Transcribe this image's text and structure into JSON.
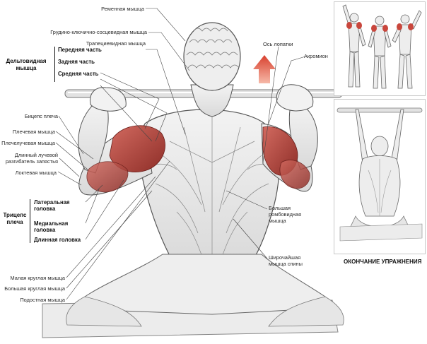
{
  "labels_left": {
    "deltoid_group": "Дельтовидная мышца",
    "deltoid_front": "Передняя часть",
    "deltoid_rear": "Задняя часть",
    "deltoid_mid": "Средняя часть",
    "biceps": "Бицепс плеча",
    "brachialis": "Плечевая мышца",
    "brachioradialis": "Плечелучевая мышца",
    "ecr_line1": "Длинный лучевой",
    "ecr_line2": "разгибатель запястья",
    "anconeus": "Локтевая мышца",
    "triceps_group": "Трицепс плеча",
    "tri_lateral": "Латеральная головка",
    "tri_medial": "Медиальная головка",
    "tri_long": "Длинная головка",
    "teres_minor": "Малая круглая мышца",
    "teres_major": "Большая круглая мышца",
    "infraspinatus": "Подостная мышца"
  },
  "labels_top": {
    "splenius": "Ременная мышца",
    "scm": "Грудино-ключично-сосцевидная мышца",
    "trapezius": "Трапециевидная мышца",
    "scapula_axis": "Ось лопатки",
    "acromion": "Акромион"
  },
  "labels_right": {
    "rhomboid": "Большая ромбовидная мышца",
    "lats": "Широчайшая мышца спины"
  },
  "panel_caption": "ОКОНЧАНИЕ УПРАЖНЕНИЯ",
  "colors": {
    "highlight_muscle": "#b5443c",
    "arrow": "#d8402e",
    "line": "#444444"
  }
}
